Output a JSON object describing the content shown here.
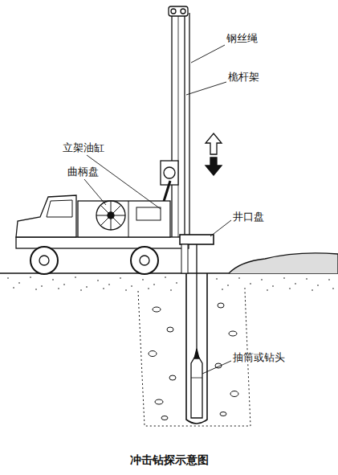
{
  "diagram": {
    "caption": "冲击钻探示意图",
    "labels": [
      "钢丝绳",
      "桅杆架",
      "立架油缸",
      "曲柄盘",
      "井口盘",
      "抽筒或钻头"
    ]
  }
}
